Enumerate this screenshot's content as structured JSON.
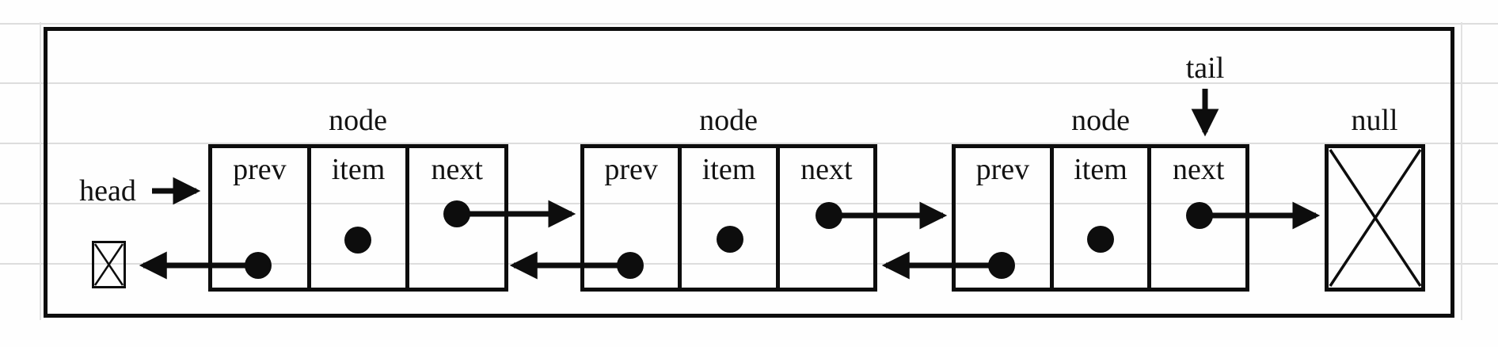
{
  "diagram": {
    "type": "doubly-linked-list",
    "labels": {
      "head": "head",
      "tail": "tail",
      "null": "null"
    },
    "nodes": [
      {
        "label": "node",
        "fields": {
          "prev": "prev",
          "item": "item",
          "next": "next"
        }
      },
      {
        "label": "node",
        "fields": {
          "prev": "prev",
          "item": "item",
          "next": "next"
        }
      },
      {
        "label": "node",
        "fields": {
          "prev": "prev",
          "item": "item",
          "next": "next"
        }
      }
    ],
    "colors": {
      "ink": "#0d0d0d",
      "ruled_line": "#dddddd",
      "background": "#fefefe"
    }
  }
}
